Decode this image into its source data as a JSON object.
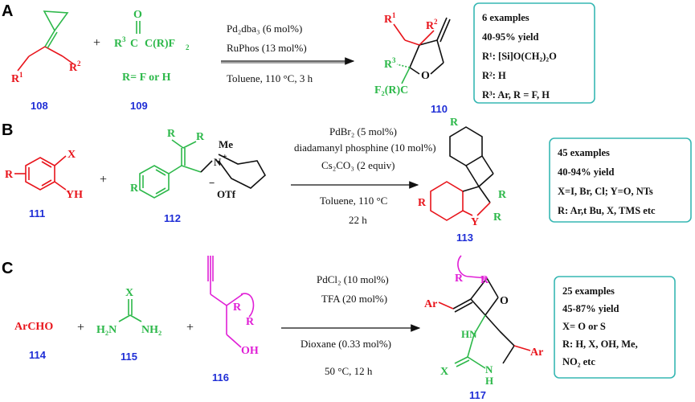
{
  "colors": {
    "red": "#e8141b",
    "green": "#2db84a",
    "magenta": "#e01fd6",
    "blue": "#1f2ed6",
    "box": "#36b7b3",
    "black": "#111111"
  },
  "panelA": {
    "letter": "A",
    "sub_R1": "R",
    "sup_1": "1",
    "sub_R2": "R",
    "sup_2": "2",
    "r3": "R",
    "sup_3": "3",
    "o": "O",
    "cr": "C(R)F",
    "cr_sub": "2",
    "rdef": "R= F or H",
    "cond1": "Pd2dba3 (6 mol%)",
    "cond2": "RuPhos (13 mol%)",
    "cond3": "Toluene, 110 °C, 3 h",
    "num108": "108",
    "num109": "109",
    "num110": "110",
    "product": {
      "r1": "R",
      "s1": "1",
      "r2": "R",
      "s2": "2",
      "r3": "R",
      "s3": "3",
      "f2rc": "F₂(R)C",
      "o": "O"
    },
    "box": [
      "6 examples",
      "40-95% yield",
      "R¹: [Si]O(CH₂)₂O",
      "R²: H",
      "R³: Ar, R = F, H"
    ]
  },
  "panelB": {
    "letter": "B",
    "x": "X",
    "r": "R",
    "yh": "YH",
    "plus": "+",
    "me": "Me",
    "nplus": "N",
    "otf": "OTf",
    "minus": "−",
    "cond1": "PdBr₂ (5 mol%)",
    "cond2": "diadamanyl phosphine (10 mol%)",
    "cond3": "Cs₂CO₃ (2 equiv)",
    "cond4": "Toluene, 110 °C",
    "cond5": "22 h",
    "num111": "111",
    "num112": "112",
    "num113": "113",
    "prod_y": "Y",
    "box": [
      "45 examples",
      "40-94% yield",
      "X=I, Br, Cl; Y=O, NTs",
      "R: Ar,t Bu, X, TMS etc"
    ]
  },
  "panelC": {
    "letter": "C",
    "archo": "ArCHO",
    "x": "X",
    "h2n": "H₂N",
    "nh2": "NH₂",
    "r": "R",
    "oh": "OH",
    "cond1": "PdCl₂ (10 mol%)",
    "cond2": "TFA (20 mol%)",
    "cond3": "Dioxane (0.33 mol%)",
    "cond4": "50 °C, 12 h",
    "num114": "114",
    "num115": "115",
    "num116": "116",
    "num117": "117",
    "prod": {
      "ar": "Ar",
      "hn": "HN",
      "n": "N",
      "h": "H",
      "x": "X",
      "o": "O",
      "r": "R"
    },
    "box": [
      "25 examples",
      "45-87% yield",
      "X= O or S",
      "R: H, X, OH, Me,",
      "NO₂ etc"
    ]
  }
}
